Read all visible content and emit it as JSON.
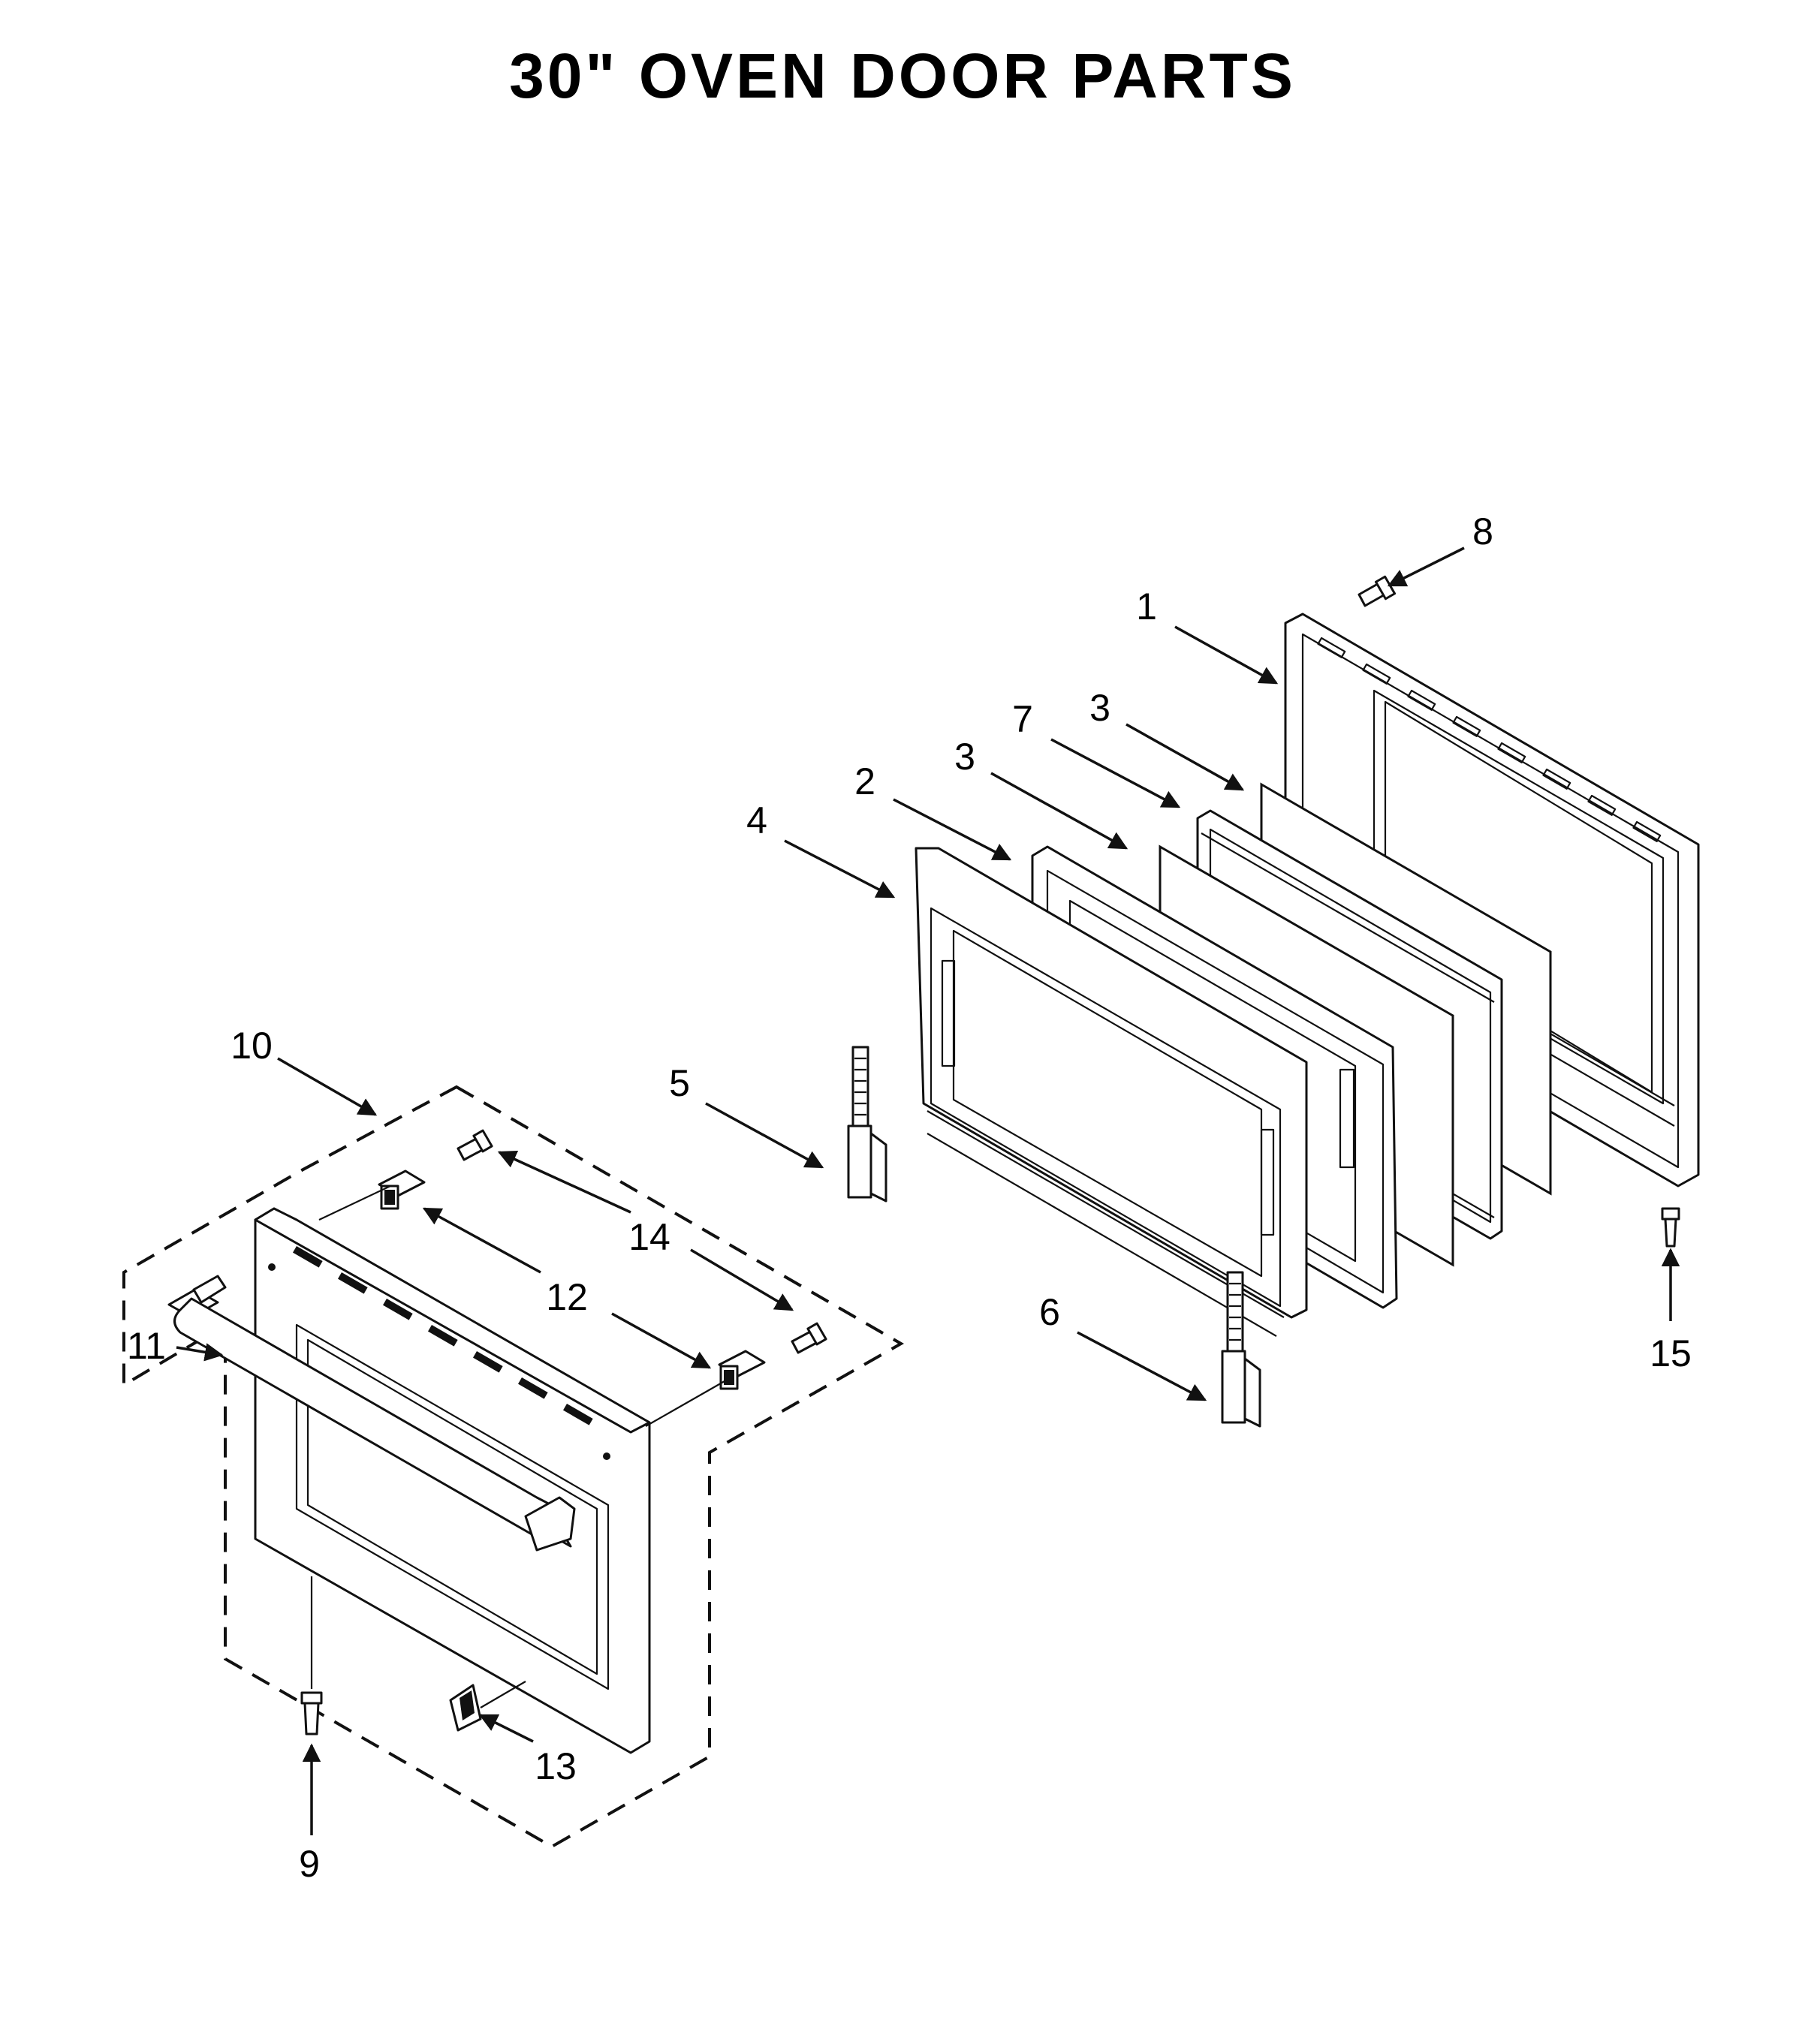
{
  "title": "30\" OVEN DOOR PARTS",
  "callouts": {
    "c1": "1",
    "c2": "2",
    "c3a": "3",
    "c3b": "3",
    "c4": "4",
    "c5": "5",
    "c6": "6",
    "c7": "7",
    "c8": "8",
    "c9": "9",
    "c10": "10",
    "c11": "11",
    "c12": "12",
    "c13": "13",
    "c14": "14",
    "c15": "15"
  }
}
